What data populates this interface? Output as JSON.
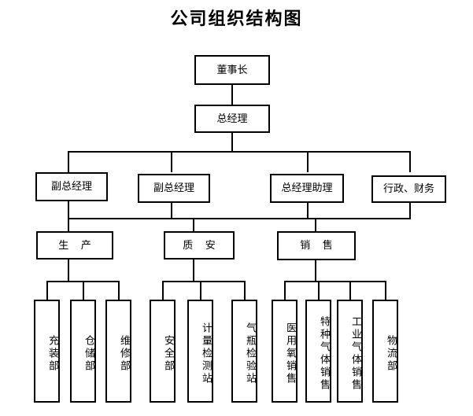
{
  "title": "公司组织结构图",
  "colors": {
    "background": "#ffffff",
    "line": "#000000",
    "box_border": "#000000",
    "text": "#000000"
  },
  "chart_data": {
    "type": "diagram",
    "diagram_kind": "organizational-chart",
    "title": "公司组织结构图",
    "orientation": "top-down",
    "levels": 5,
    "nodes": [
      {
        "id": "chairman",
        "label": "董事长",
        "level": 1,
        "parent": null,
        "text_orientation": "horizontal"
      },
      {
        "id": "gm",
        "label": "总经理",
        "level": 2,
        "parent": "chairman",
        "text_orientation": "horizontal"
      },
      {
        "id": "deputy-gm-1",
        "label": "副总经理",
        "level": 3,
        "parent": "gm",
        "text_orientation": "horizontal"
      },
      {
        "id": "deputy-gm-2",
        "label": "副总经理",
        "level": 3,
        "parent": "gm",
        "text_orientation": "horizontal"
      },
      {
        "id": "gm-assistant",
        "label": "总经理助理",
        "level": 3,
        "parent": "gm",
        "text_orientation": "horizontal"
      },
      {
        "id": "admin-finance",
        "label": "行政、财务",
        "level": 3,
        "parent": "gm",
        "text_orientation": "horizontal"
      },
      {
        "id": "production",
        "label": "生 产",
        "level": 4,
        "parent": "deputy-gm-1",
        "text_orientation": "horizontal"
      },
      {
        "id": "quality-safety",
        "label": "质 安",
        "level": 4,
        "parent": "deputy-gm-2",
        "text_orientation": "horizontal"
      },
      {
        "id": "sales",
        "label": "销 售",
        "level": 4,
        "parent": "gm-assistant",
        "text_orientation": "horizontal"
      },
      {
        "id": "filling-dept",
        "label": "充装部",
        "level": 5,
        "parent": "production",
        "text_orientation": "vertical"
      },
      {
        "id": "warehouse-dept",
        "label": "仓储部",
        "level": 5,
        "parent": "production",
        "text_orientation": "vertical"
      },
      {
        "id": "maintenance-dept",
        "label": "维修部",
        "level": 5,
        "parent": "production",
        "text_orientation": "vertical"
      },
      {
        "id": "safety-dept",
        "label": "安全部",
        "level": 5,
        "parent": "quality-safety",
        "text_orientation": "vertical"
      },
      {
        "id": "metering-station",
        "label": "计量检测站",
        "level": 5,
        "parent": "quality-safety",
        "text_orientation": "vertical"
      },
      {
        "id": "cylinder-station",
        "label": "气瓶检验站",
        "level": 5,
        "parent": "quality-safety",
        "text_orientation": "vertical"
      },
      {
        "id": "medical-oxygen",
        "label": "医用氧销售",
        "level": 5,
        "parent": "sales",
        "text_orientation": "vertical"
      },
      {
        "id": "special-gas",
        "label": "特种气体销售",
        "level": 5,
        "parent": "sales",
        "text_orientation": "vertical"
      },
      {
        "id": "industrial-gas",
        "label": "工业气体销售",
        "level": 5,
        "parent": "sales",
        "text_orientation": "vertical"
      },
      {
        "id": "logistics-dept",
        "label": "物流部",
        "level": 5,
        "parent": "sales",
        "text_orientation": "vertical"
      }
    ]
  },
  "nodes": {
    "chairman": "董事长",
    "gm": "总经理",
    "deputy_gm_1": "副总经理",
    "deputy_gm_2": "副总经理",
    "gm_assistant": "总经理助理",
    "admin_finance": "行政、财务",
    "production": "生 产",
    "quality_safety": "质 安",
    "sales": "销 售",
    "filling_dept": "充装部",
    "warehouse_dept": "仓储部",
    "maintenance_dept": "维修部",
    "safety_dept": "安全部",
    "metering_station": "计量检测站",
    "cylinder_station": "气瓶检验站",
    "medical_oxygen": "医用氧销售",
    "special_gas": "特种气体销售",
    "industrial_gas": "工业气体销售",
    "logistics_dept": "物流部"
  }
}
